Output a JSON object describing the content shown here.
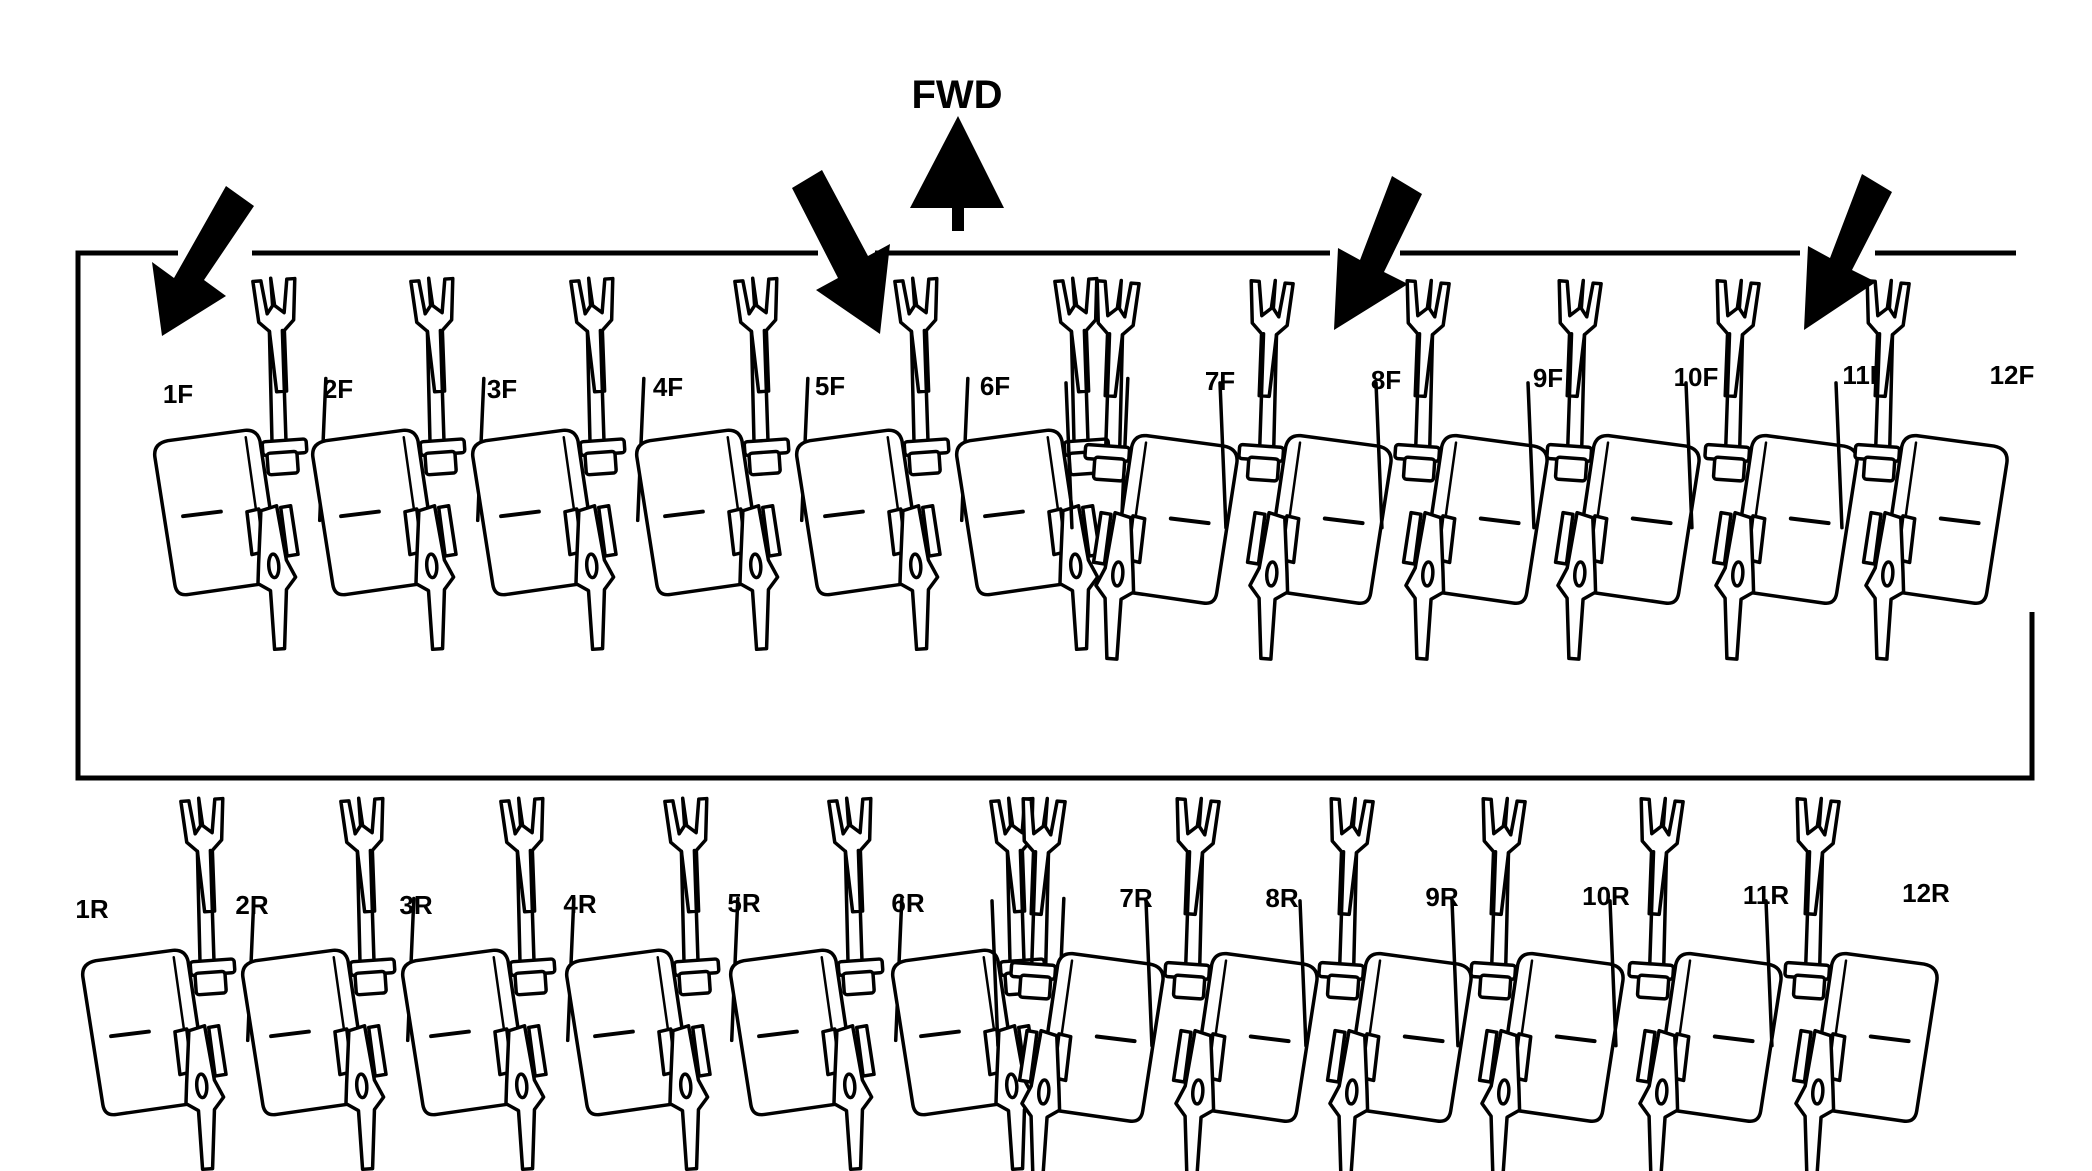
{
  "direction_label": "FWD",
  "front_row": [
    "1F",
    "2F",
    "3F",
    "4F",
    "5F",
    "6F",
    "7F",
    "8F",
    "9F",
    "10F",
    "11F",
    "12F"
  ],
  "rear_row": [
    "1R",
    "2R",
    "3R",
    "4R",
    "5R",
    "6R",
    "7R",
    "8R",
    "9R",
    "10R",
    "11R",
    "12R"
  ],
  "highlighted_front": [
    "1F",
    "5F",
    "8F",
    "11F"
  ],
  "colors": {
    "ink": "#000000",
    "paper": "#ffffff"
  }
}
